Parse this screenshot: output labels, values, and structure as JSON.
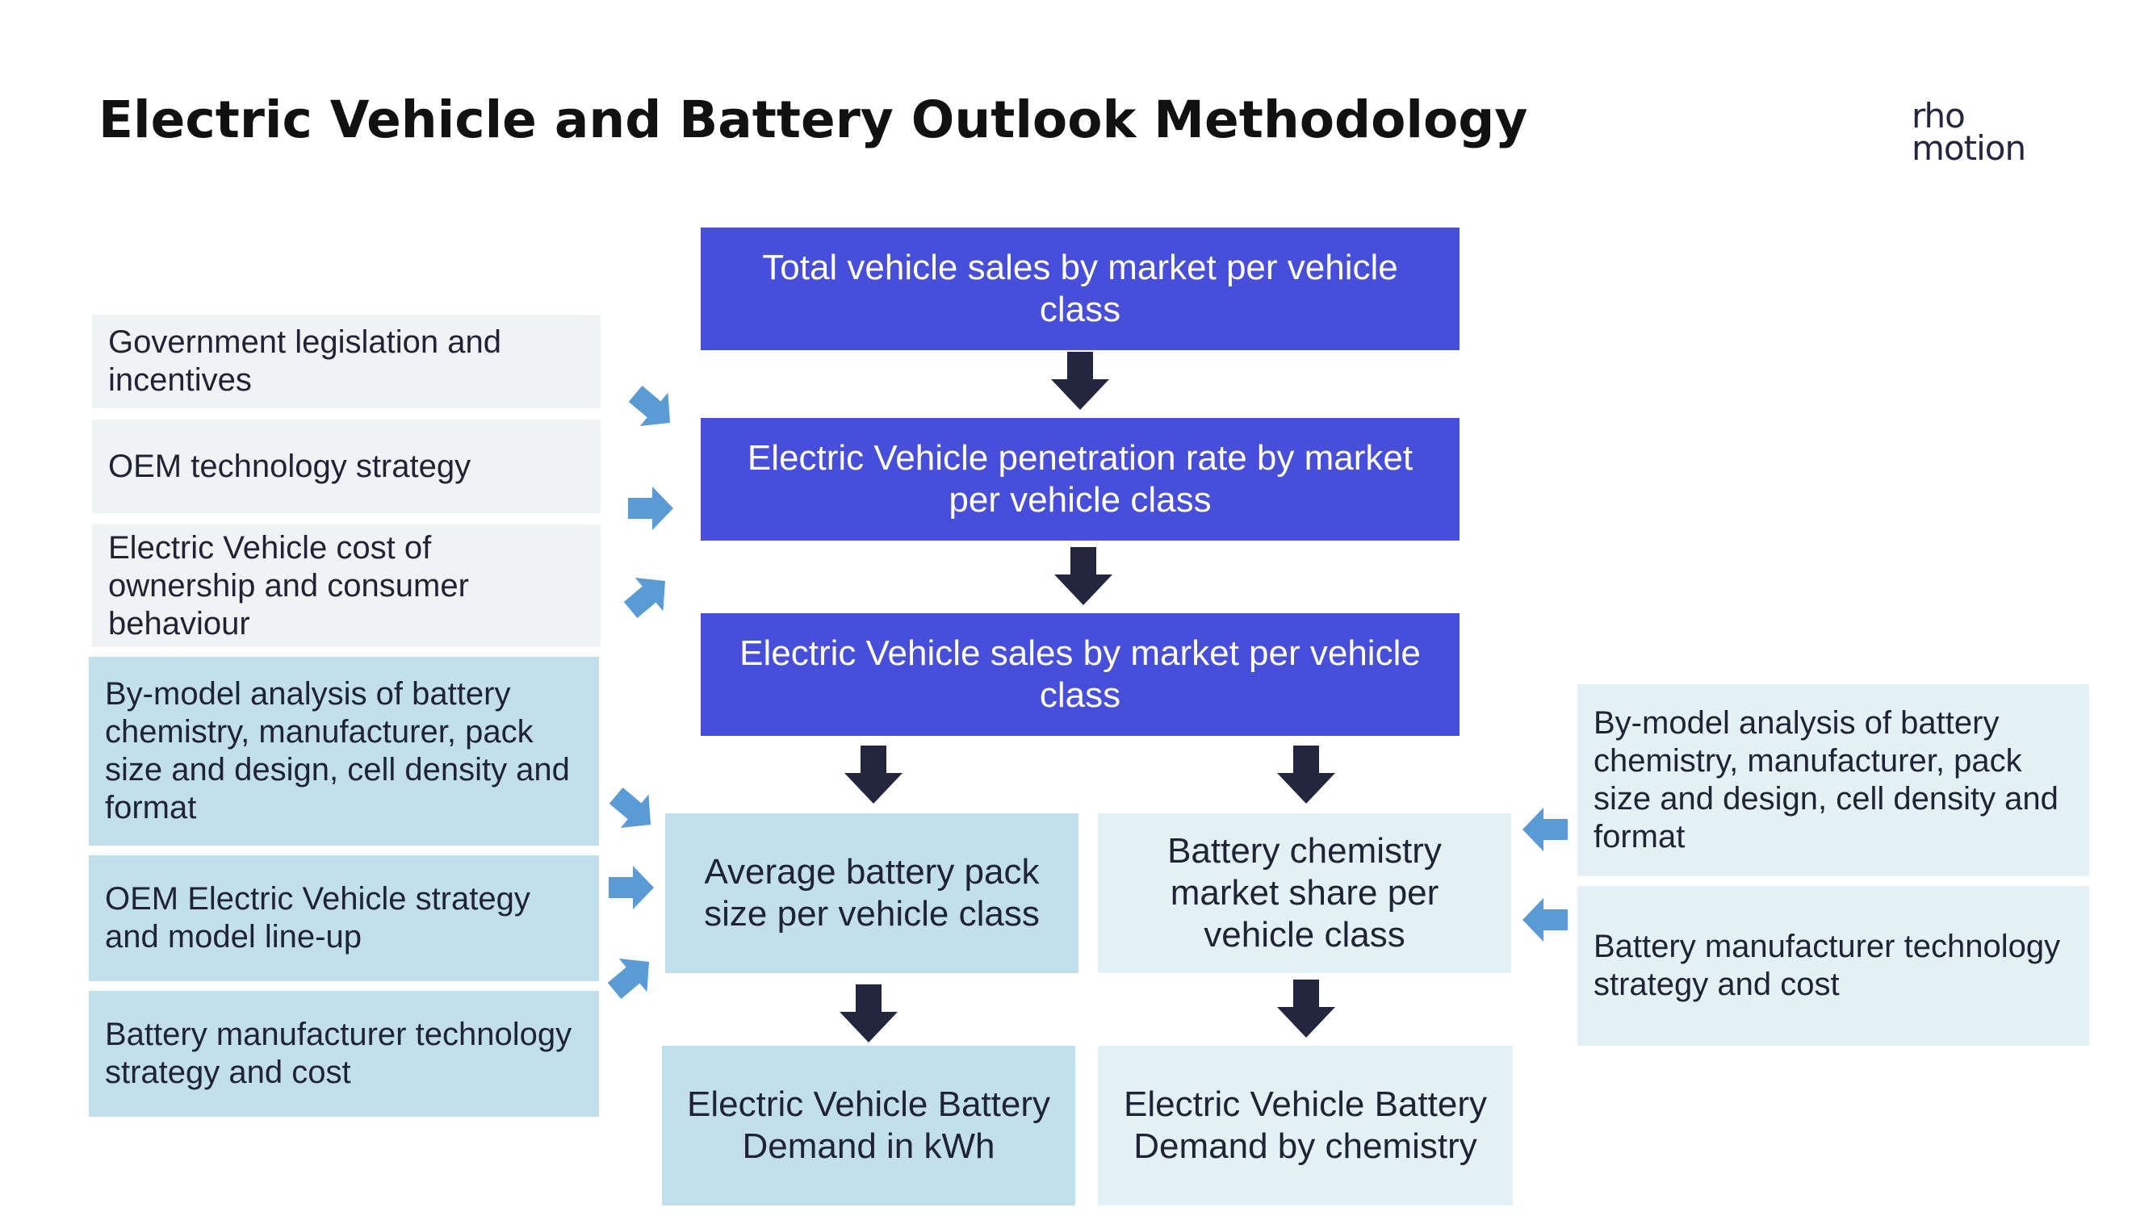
{
  "title": "Electric Vehicle and Battery Outlook Methodology",
  "logo": {
    "line1": "rho",
    "line2": "motion"
  },
  "colors": {
    "purple_box": "#474ed9",
    "side_grey": "#eff3f4",
    "side_blue": "#c2e0ec",
    "light_blue": "#e3f0f4",
    "dark_arrow": "#23263f",
    "side_arrow": "#5b9bd5"
  },
  "flow": {
    "total_sales": "Total vehicle sales by market per vehicle class",
    "penetration_rate": "Electric Vehicle penetration rate by market per vehicle class",
    "ev_sales": "Electric Vehicle sales by market per vehicle class",
    "pack_size": "Average battery pack size per vehicle class",
    "chemistry_share": "Battery chemistry market share per vehicle class",
    "demand_kwh": "Electric Vehicle Battery Demand in kWh",
    "demand_chemistry": "Electric Vehicle Battery Demand by chemistry"
  },
  "left_inputs": {
    "legislation": "Government legislation and incentives",
    "oem_tech": "OEM technology strategy",
    "cost_ownership": "Electric Vehicle cost of ownership and consumer behaviour",
    "by_model": "By-model analysis of battery chemistry, manufacturer, pack size and design, cell density and format",
    "oem_ev_strategy": "OEM Electric Vehicle strategy and  model line-up",
    "battery_mfr": "Battery manufacturer technology strategy and cost"
  },
  "right_inputs": {
    "by_model": "By-model analysis of battery chemistry, manufacturer, pack size and design, cell density and format",
    "battery_mfr": "Battery manufacturer technology strategy and cost"
  }
}
